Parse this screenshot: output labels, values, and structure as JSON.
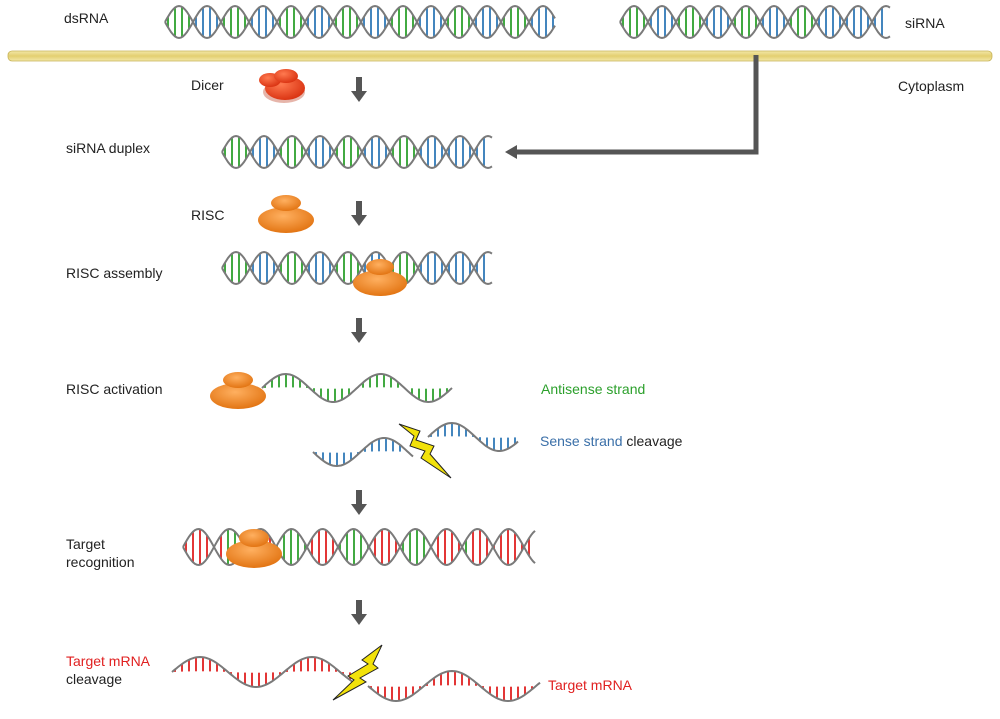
{
  "labels": {
    "dsrna": "dsRNA",
    "sirna": "siRNA",
    "dicer": "Dicer",
    "cytoplasm": "Cytoplasm",
    "sirna_duplex": "siRNA duplex",
    "risc": "RISC",
    "risc_assembly": "RISC assembly",
    "risc_activation": "RISC activation",
    "antisense_strand": "Antisense strand",
    "sense_strand": "Sense strand",
    "cleavage": "cleavage",
    "target_recognition_1": "Target",
    "target_recognition_2": "recognition",
    "target_mrna_cleavage_1": "Target mRNA",
    "target_mrna_cleavage_2": "cleavage",
    "target_mrna": "Target mRNA"
  },
  "colors": {
    "backbone": "#7a7a7a",
    "sense_green": "#2ca02c",
    "antisense_blue": "#2f78b7",
    "mrna_red": "#e02020",
    "membrane": "#e8d88a",
    "membrane_edge": "#b8a040",
    "arrow": "#555555",
    "dicer": "#e8401c",
    "risc": "#ef7d1a",
    "lightning": "#f2e20a",
    "antisense_label": "#2ca02c",
    "sense_label": "#3a6fa8",
    "mrna_label": "#e02020"
  }
}
